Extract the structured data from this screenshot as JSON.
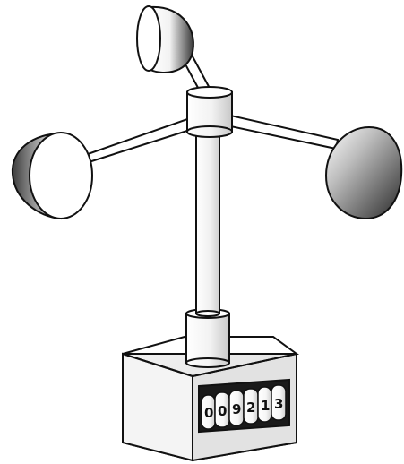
{
  "counter": {
    "digits": [
      "0",
      "0",
      "9",
      "2",
      "1",
      "3"
    ]
  }
}
